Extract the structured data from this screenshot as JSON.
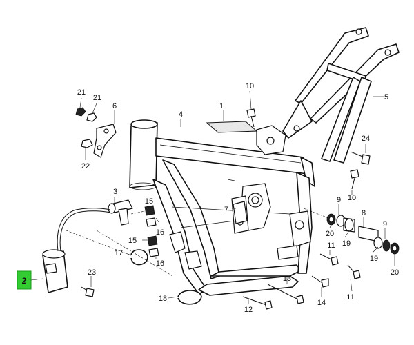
{
  "diagram": {
    "highlighted_callout": {
      "label": "2",
      "color": "#33cc33"
    },
    "callouts": [
      {
        "id": "c1",
        "label": "1"
      },
      {
        "id": "c3",
        "label": "3"
      },
      {
        "id": "c4",
        "label": "4"
      },
      {
        "id": "c5",
        "label": "5"
      },
      {
        "id": "c6",
        "label": "6"
      },
      {
        "id": "c7",
        "label": "7"
      },
      {
        "id": "c8",
        "label": "8"
      },
      {
        "id": "c9a",
        "label": "9"
      },
      {
        "id": "c9b",
        "label": "9"
      },
      {
        "id": "c10a",
        "label": "10"
      },
      {
        "id": "c10b",
        "label": "10"
      },
      {
        "id": "c11a",
        "label": "11"
      },
      {
        "id": "c11b",
        "label": "11"
      },
      {
        "id": "c12",
        "label": "12"
      },
      {
        "id": "c13",
        "label": "13"
      },
      {
        "id": "c14",
        "label": "14"
      },
      {
        "id": "c15a",
        "label": "15"
      },
      {
        "id": "c15b",
        "label": "15"
      },
      {
        "id": "c16a",
        "label": "16"
      },
      {
        "id": "c16b",
        "label": "16"
      },
      {
        "id": "c17",
        "label": "17"
      },
      {
        "id": "c18",
        "label": "18"
      },
      {
        "id": "c19a",
        "label": "19"
      },
      {
        "id": "c19b",
        "label": "19"
      },
      {
        "id": "c20a",
        "label": "20"
      },
      {
        "id": "c20b",
        "label": "20"
      },
      {
        "id": "c21a",
        "label": "21"
      },
      {
        "id": "c21b",
        "label": "21"
      },
      {
        "id": "c22",
        "label": "22"
      },
      {
        "id": "c23",
        "label": "23"
      },
      {
        "id": "c24",
        "label": "24"
      }
    ]
  }
}
